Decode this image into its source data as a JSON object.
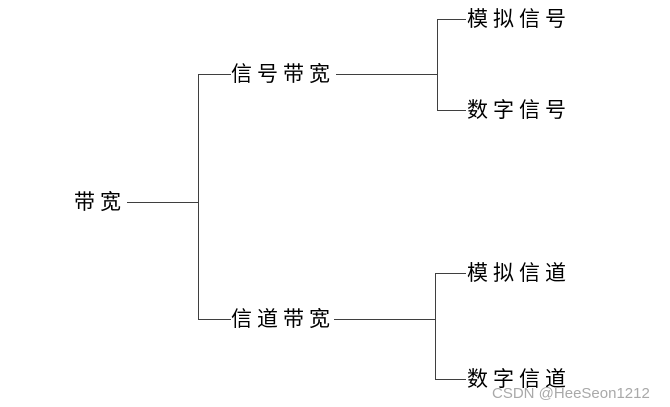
{
  "tree": {
    "root": {
      "label": "带宽"
    },
    "branches": [
      {
        "label": "信号带宽",
        "children": [
          {
            "label": "模拟信号"
          },
          {
            "label": "数字信号"
          }
        ]
      },
      {
        "label": "信道带宽",
        "children": [
          {
            "label": "模拟信道"
          },
          {
            "label": "数字信道"
          }
        ]
      }
    ]
  },
  "watermark": {
    "text": "CSDN @HeeSeon1212"
  },
  "colors": {
    "background": "#ffffff",
    "text": "#000000",
    "line": "#3f3f3f",
    "watermark": "#a9a9a9"
  }
}
